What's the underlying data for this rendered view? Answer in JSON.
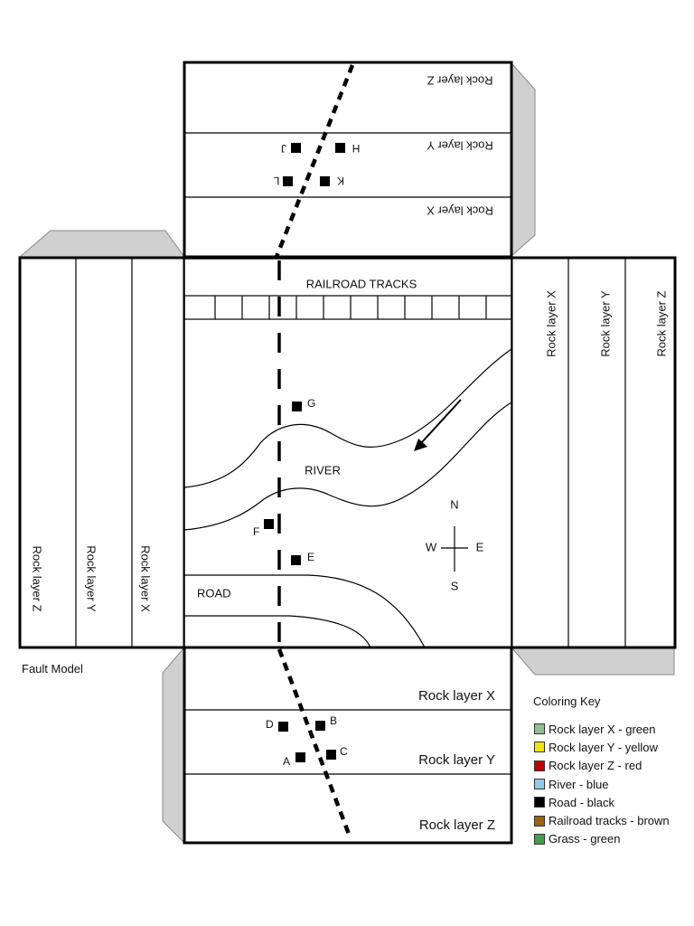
{
  "caption": "Fault Model",
  "labels": {
    "top_z": "Rock layer Z",
    "top_y": "Rock layer Y",
    "top_x": "Rock layer X",
    "left_z": "Rock layer Z",
    "left_y": "Rock layer Y",
    "left_x": "Rock layer X",
    "right_x": "Rock layer X",
    "right_y": "Rock layer Y",
    "right_z": "Rock layer Z",
    "bottom_x": "Rock layer X",
    "bottom_y": "Rock layer Y",
    "bottom_z": "Rock layer Z",
    "railroad": "RAILROAD TRACKS",
    "river": "RIVER",
    "road": "ROAD"
  },
  "compass": {
    "n": "N",
    "s": "S",
    "e": "E",
    "w": "W"
  },
  "points": {
    "a": "A",
    "b": "B",
    "c": "C",
    "d": "D",
    "e": "E",
    "f": "F",
    "g": "G",
    "h": "H",
    "j": "J",
    "k": "K",
    "l": "L"
  },
  "key": {
    "title": "Coloring Key",
    "items": [
      {
        "label": "Rock layer X - green",
        "color": "#8fbf8f"
      },
      {
        "label": "Rock layer Y - yellow",
        "color": "#f2e600"
      },
      {
        "label": "Rock layer Z - red",
        "color": "#c00000"
      },
      {
        "label": "River - blue",
        "color": "#8ecbe6"
      },
      {
        "label": "Road - black",
        "color": "#000000"
      },
      {
        "label": "Railroad tracks - brown",
        "color": "#a0620a"
      },
      {
        "label": "Grass - green",
        "color": "#3fa04a"
      }
    ]
  }
}
